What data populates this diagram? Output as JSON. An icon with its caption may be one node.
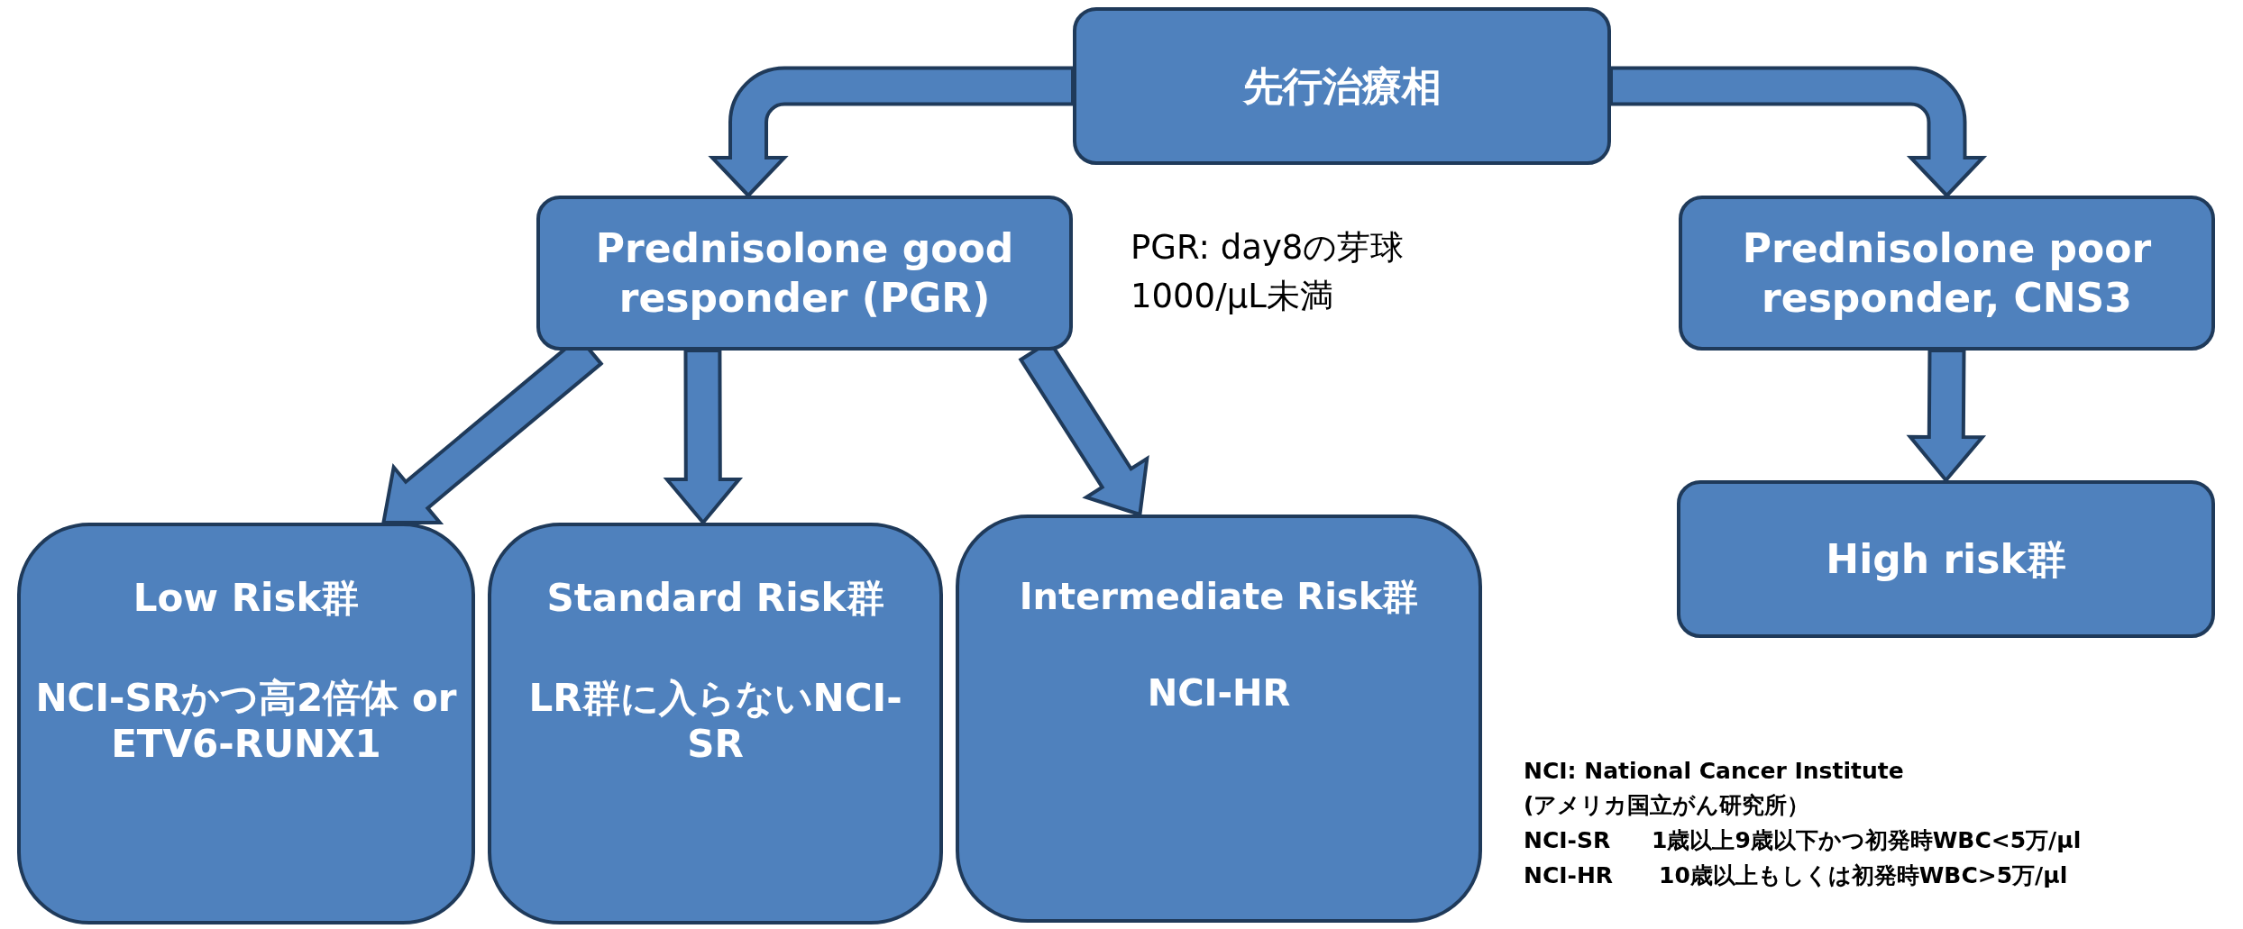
{
  "diagram": {
    "nodes": [
      {
        "text": [
          "先行治療相"
        ]
      },
      {
        "text": [
          "Prednisolone good responder (PGR)"
        ]
      },
      {
        "text": [
          "Prednisolone poor responder, CNS3"
        ]
      },
      {
        "text": [
          "Low Risk群",
          "NCI-SRかつ高2倍体 or ETV6-RUNX1"
        ]
      },
      {
        "text": [
          "Standard Risk群",
          "LR群に入らないNCI-SR"
        ]
      },
      {
        "text": [
          "Intermediate Risk群",
          "NCI-HR"
        ]
      },
      {
        "text": [
          "High risk群"
        ]
      }
    ],
    "edges": [
      {
        "from": 0,
        "to": 1,
        "arrow": "to"
      },
      {
        "from": 0,
        "to": 2,
        "arrow": "to"
      },
      {
        "from": 1,
        "to": 3,
        "arrow": "to"
      },
      {
        "from": 1,
        "to": 4,
        "arrow": "to"
      },
      {
        "from": 1,
        "to": 5,
        "arrow": "to"
      },
      {
        "from": 2,
        "to": 6,
        "arrow": "to"
      }
    ],
    "labels": [
      "PGR: day8の芽球1000/μL未満",
      "NCI: National Cancer Institute",
      "(アメリカ国立がん研究所）",
      "NCI-SR",
      "1歳以上9歳以下かつ初発時WBC<5万/μl",
      "NCI-HR",
      "10歳以上もしくは初発時WBC>5万/μl"
    ]
  }
}
